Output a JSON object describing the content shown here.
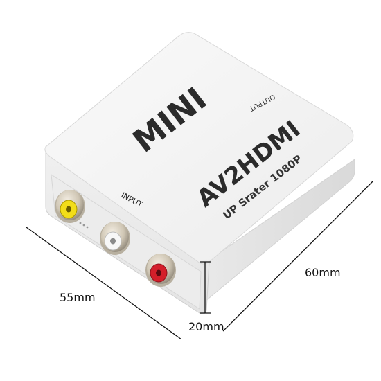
{
  "device": {
    "brand_text": "MINI",
    "model_text": "AV2HDMI",
    "sub_text": "UP Srater 1080P",
    "input_label": "INPUT",
    "output_label": "OUTPUT"
  },
  "dimensions": {
    "width_label": "55mm",
    "depth_label": "60mm",
    "height_label": "20mm"
  },
  "colors": {
    "body": "#f4f4f4",
    "jack_yellow": "#f2dd19",
    "jack_white": "#f7f7f7",
    "jack_red": "#d41f2a",
    "text": "#111111"
  }
}
